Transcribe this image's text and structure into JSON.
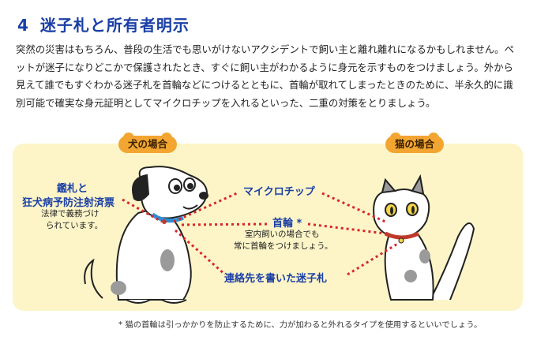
{
  "section": {
    "number": "4",
    "title": "迷子札と所有者明示"
  },
  "paragraph": "突然の災害はもちろん、普段の生活でも思いがけないアクシデントで飼い主と離れ離れになるかもしれません。ペットが迷子になりどこかで保護されたとき、すぐに飼い主がわかるように身元を示すものをつけましょう。外から見えて誰でもすぐわかる迷子札を首輪などにつけるとともに、首輪が取れてしまったときのために、半永久的に識別可能で確実な身元証明としてマイクロチップを入れるといった、二重の対策をとりましょう。",
  "panel": {
    "dog_badge": "犬の場合",
    "cat_badge": "猫の場合",
    "dog_tag_label_line1": "鑑札と",
    "dog_tag_label_line2": "狂犬病予防注射済票",
    "dog_tag_note_line1": "法律で義務づけ",
    "dog_tag_note_line2": "られています。",
    "microchip_label": "マイクロチップ",
    "collar_label": "首輪 *",
    "collar_note_line1": "室内飼いの場合でも",
    "collar_note_line2": "常に首輪をつけましょう。",
    "contact_tag_label": "連絡先を書いた迷子札"
  },
  "footnote": "* 猫の首輪は引っかかりを防止するために、力が加わると外れるタイプを使用するといいでしょう。",
  "colors": {
    "heading": "#1a3fa6",
    "panel_bg": "#fdf5c8",
    "badge": "#f3a531",
    "dotted_line": "#d9252a",
    "collar_dog": "#2c8fd6",
    "collar_cat": "#c0392b"
  }
}
